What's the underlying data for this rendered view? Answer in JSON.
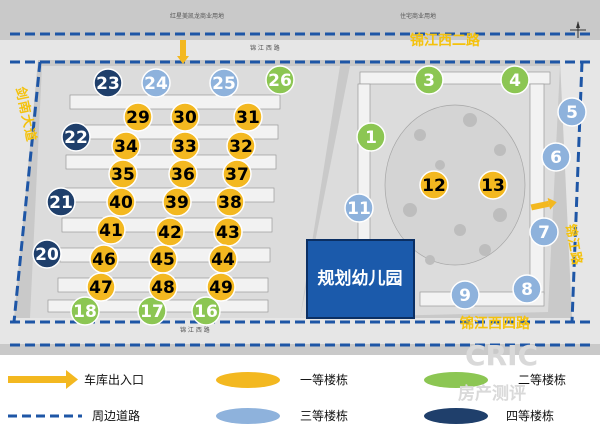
{
  "roads": {
    "north": "锦江西二路",
    "south": "锦江西四路",
    "west": "剑南大道",
    "east": "锦江路",
    "north_small_left": "红星美凯龙商业用地",
    "north_small_right": "住宅商业用地",
    "north_street_label": "锦 江 西 路",
    "south_street_label": "锦 江 西 路"
  },
  "kindergarten": "规划幼儿园",
  "colors": {
    "first": "#f3b820",
    "second": "#8cc653",
    "third": "#8eb2dc",
    "fourth": "#1f3f6b",
    "road": "#1e56a6",
    "arrow": "#f3b820",
    "kindergarten_fill": "#1b5aab"
  },
  "buildings": [
    {
      "label": "1",
      "grade": "second"
    },
    {
      "label": "3",
      "grade": "second"
    },
    {
      "label": "4",
      "grade": "second"
    },
    {
      "label": "5",
      "grade": "third"
    },
    {
      "label": "6",
      "grade": "third"
    },
    {
      "label": "7",
      "grade": "third"
    },
    {
      "label": "8",
      "grade": "third"
    },
    {
      "label": "9",
      "grade": "third"
    },
    {
      "label": "11",
      "grade": "third"
    },
    {
      "label": "12",
      "grade": "first"
    },
    {
      "label": "13",
      "grade": "first"
    },
    {
      "label": "16",
      "grade": "second"
    },
    {
      "label": "17",
      "grade": "second"
    },
    {
      "label": "18",
      "grade": "second"
    },
    {
      "label": "20",
      "grade": "fourth"
    },
    {
      "label": "21",
      "grade": "fourth"
    },
    {
      "label": "22",
      "grade": "fourth"
    },
    {
      "label": "23",
      "grade": "fourth"
    },
    {
      "label": "24",
      "grade": "third"
    },
    {
      "label": "25",
      "grade": "third"
    },
    {
      "label": "26",
      "grade": "second"
    },
    {
      "label": "29",
      "grade": "first"
    },
    {
      "label": "30",
      "grade": "first"
    },
    {
      "label": "31",
      "grade": "first"
    },
    {
      "label": "32",
      "grade": "first"
    },
    {
      "label": "33",
      "grade": "first"
    },
    {
      "label": "34",
      "grade": "first"
    },
    {
      "label": "35",
      "grade": "first"
    },
    {
      "label": "36",
      "grade": "first"
    },
    {
      "label": "37",
      "grade": "first"
    },
    {
      "label": "38",
      "grade": "first"
    },
    {
      "label": "39",
      "grade": "first"
    },
    {
      "label": "40",
      "grade": "first"
    },
    {
      "label": "41",
      "grade": "first"
    },
    {
      "label": "42",
      "grade": "first"
    },
    {
      "label": "43",
      "grade": "first"
    },
    {
      "label": "44",
      "grade": "first"
    },
    {
      "label": "45",
      "grade": "first"
    },
    {
      "label": "46",
      "grade": "first"
    },
    {
      "label": "47",
      "grade": "first"
    },
    {
      "label": "48",
      "grade": "first"
    },
    {
      "label": "49",
      "grade": "first"
    }
  ],
  "legend": {
    "garage": "车库出入口",
    "road": "周边道路",
    "first": "一等楼栋",
    "second": "二等楼栋",
    "third": "三等楼栋",
    "fourth": "四等楼栋"
  },
  "watermark": {
    "brand": "CRIC",
    "sub": "房产测评"
  }
}
